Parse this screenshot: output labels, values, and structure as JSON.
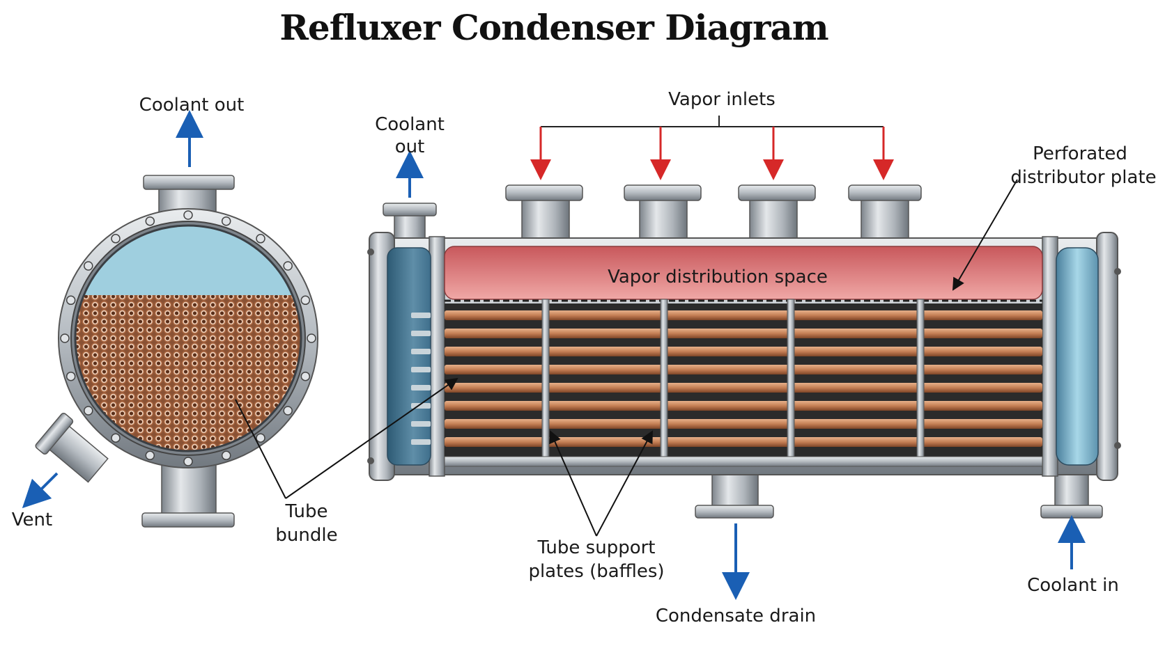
{
  "title": "Refluxer Condenser Diagram",
  "labels": {
    "coolant_out_left": "Coolant out",
    "vent": "Vent",
    "tube_bundle_line1": "Tube",
    "tube_bundle_line2": "bundle",
    "coolant_out_right_line1": "Coolant",
    "coolant_out_right_line2": "out",
    "vapor_inlets": "Vapor inlets",
    "perforated_line1": "Perforated",
    "perforated_line2": "distributor plate",
    "vapor_space": "Vapor distribution space",
    "support_line1": "Tube support",
    "support_line2": "plates (baffles)",
    "condensate_drain": "Condensate drain",
    "coolant_in": "Coolant in"
  },
  "colors": {
    "steel": "#b9bec3",
    "steel_dark": "#6e757c",
    "coolant": "#3f6f8c",
    "coolant_light": "#9fd0e0",
    "vapor": "#d9787a",
    "copper": "#c57f55",
    "arrow_red": "#d62828",
    "arrow_blue": "#1a5fb4"
  }
}
